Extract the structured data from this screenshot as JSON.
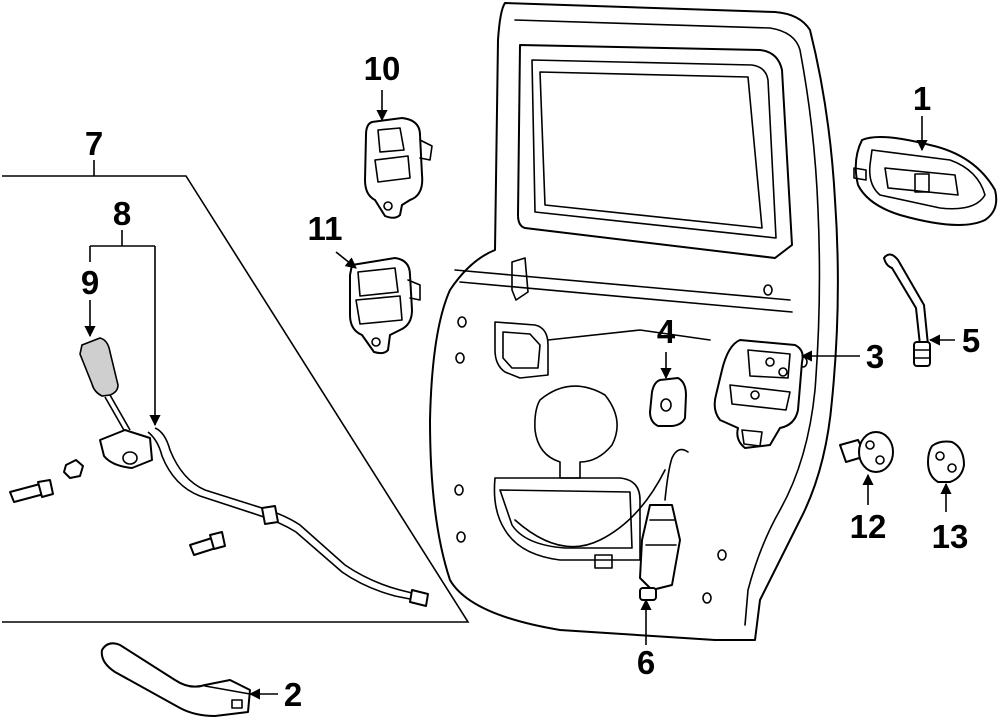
{
  "callouts": {
    "c1": "1",
    "c2": "2",
    "c3": "3",
    "c4": "4",
    "c5": "5",
    "c6": "6",
    "c7": "7",
    "c8": "8",
    "c9": "9",
    "c10": "10",
    "c11": "11",
    "c12": "12",
    "c13": "13"
  },
  "colors": {
    "ink": "#000000",
    "background": "#ffffff",
    "shade": "#cfcfcf"
  }
}
